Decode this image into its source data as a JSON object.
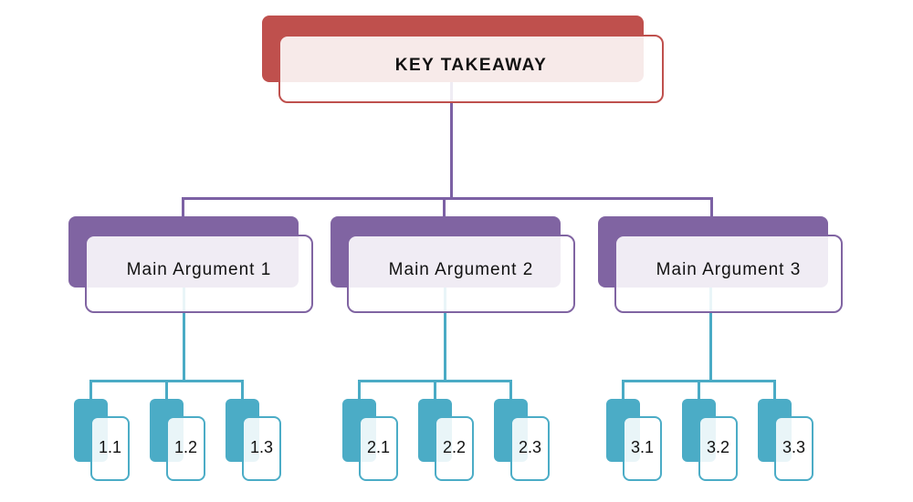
{
  "diagram": {
    "root": {
      "label": "KEY TAKEAWAY"
    },
    "branches": [
      {
        "label": "Main Argument 1",
        "children": [
          {
            "label": "1.1"
          },
          {
            "label": "1.2"
          },
          {
            "label": "1.3"
          }
        ]
      },
      {
        "label": "Main Argument 2",
        "children": [
          {
            "label": "2.1"
          },
          {
            "label": "2.2"
          },
          {
            "label": "2.3"
          }
        ]
      },
      {
        "label": "Main Argument 3",
        "children": [
          {
            "label": "3.1"
          },
          {
            "label": "3.2"
          },
          {
            "label": "3.3"
          }
        ]
      }
    ],
    "colors": {
      "root": "#bf504d",
      "branch": "#8064a2",
      "leaf": "#4bacc6",
      "conn_branch": "#7c61a4",
      "conn_leaf": "#4aabc5",
      "background": "#ffffff"
    }
  }
}
